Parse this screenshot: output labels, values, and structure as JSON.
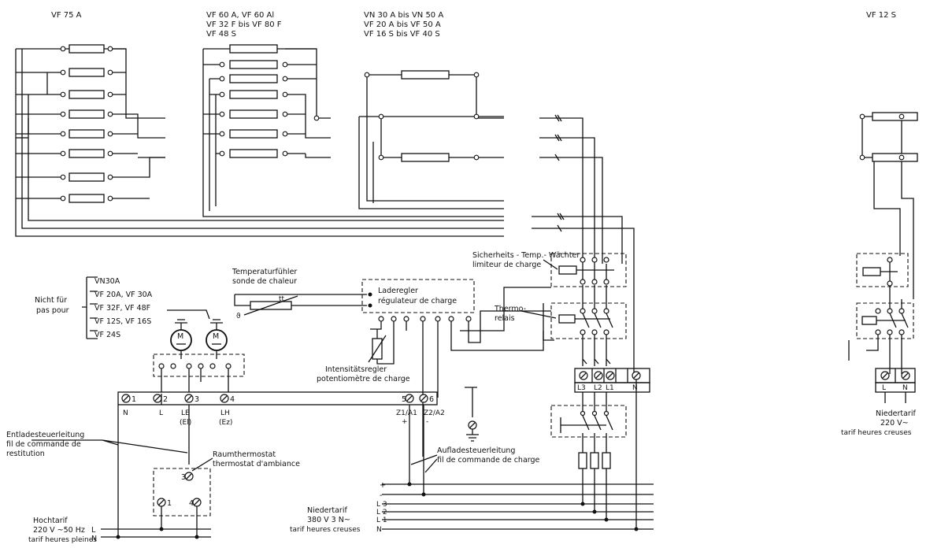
{
  "headings": {
    "h1": "VF 75 A",
    "h2": [
      "VF 60 A, VF 60 Al",
      "VF 32 F  bis  VF 80 F",
      "VF 48 S"
    ],
    "h3": [
      "VN 30 A  bis  VN 50 A",
      "VF 20 A  bis  VF 50 A",
      "VF 16 S  bis  VF 40 S"
    ],
    "h4": "VF 12 S"
  },
  "nicht_fuer": {
    "label": [
      "Nicht für",
      "pas pour"
    ],
    "models": [
      "VN30A",
      "VF 20A, VF 30A",
      "VF 32F, VF 48F",
      "VF 12S, VF 16S",
      "VF 24S"
    ]
  },
  "temperaturfuehler": [
    "Temperaturfühler",
    "sonde de chaleur"
  ],
  "laderegler": [
    "Laderegler",
    "régulateur de charge"
  ],
  "sicherheit": [
    "Sicherheits - Temp.- Wächter",
    "limiteur de charge"
  ],
  "thermorelais": [
    "Thermo-",
    "relais"
  ],
  "intensitaet": [
    "Intensitätsregler",
    "potentiomètre de charge"
  ],
  "terminals": {
    "t1": "1",
    "t2": "2",
    "t3": "3",
    "t4": "4",
    "t5": "5",
    "t6": "6",
    "n": "N",
    "l": "L",
    "le": "LE",
    "el": "(El)",
    "lh": "LH",
    "ez": "(Ez)",
    "z1": "Z1/A1",
    "z2": "Z2/A2",
    "plus": "+",
    "minus": "-"
  },
  "block_labels": {
    "l3": "L3",
    "l2": "L2",
    "l1": "L1",
    "n": "N"
  },
  "entlade": [
    "Entladesteuerleitung",
    "fil de commande de",
    "restitution"
  ],
  "raumthermostat": [
    "Raumthermostat",
    "thermostat d'ambiance"
  ],
  "auflade": [
    "Aufladesteuerleitung",
    "fil de commande de charge"
  ],
  "niedertarif": [
    "Niedertarif",
    "380 V 3 N~",
    "tarif heures creuses"
  ],
  "bus_labels": [
    "+",
    "-",
    "L 3",
    "L 2",
    "L 1",
    "N"
  ],
  "hochtarif": [
    "Hochtarif",
    "220 V ~50 Hz",
    "tarif heures pleines"
  ],
  "room_terms": {
    "t3": "3",
    "t1": "1",
    "t4": "4"
  },
  "left_bus": [
    "L",
    "N"
  ],
  "vf12s_block": {
    "l": "L",
    "n": "N"
  },
  "vf12s_tarif": [
    "Niedertarif",
    "220 V~",
    "tarif heures creuses"
  ]
}
